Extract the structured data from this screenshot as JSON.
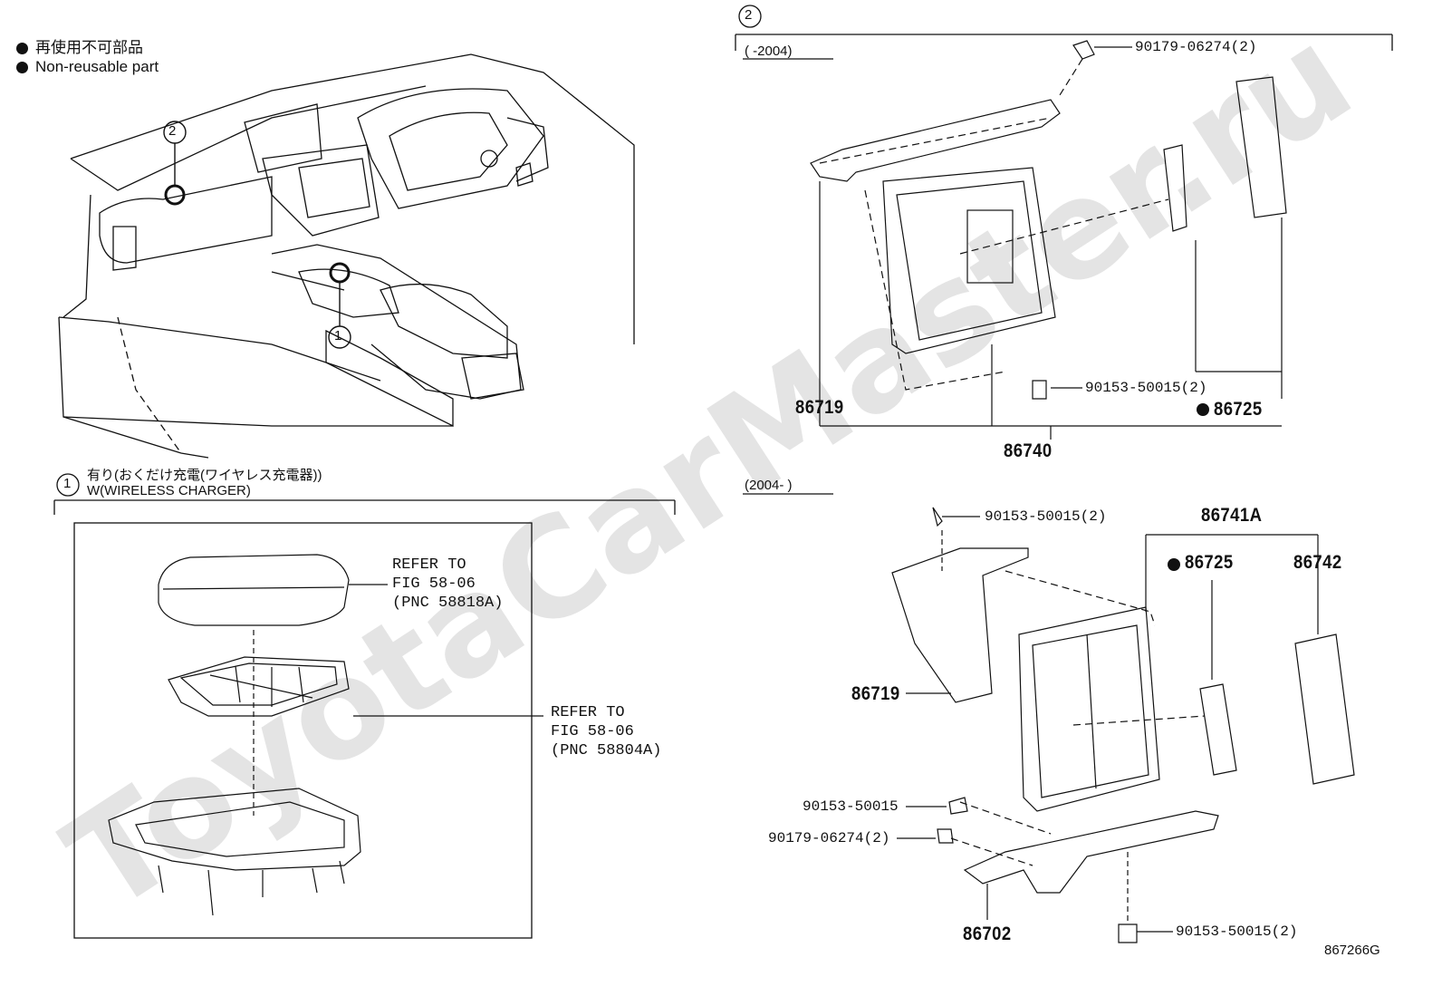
{
  "watermark": "ToyotaCarMaster.ru",
  "legend": {
    "items": [
      {
        "text": "再使用不可部品",
        "icon": "filled-dot-icon"
      },
      {
        "text": "Non-reusable part",
        "icon": "filled-dot-icon"
      }
    ]
  },
  "callouts": {
    "c1": "1",
    "c2": "2"
  },
  "section1": {
    "number": "1",
    "title_jp": "有り(おくだけ充電(ワイヤレス充電器))",
    "title_en": "W(WIRELESS CHARGER)",
    "refer_a": [
      "REFER TO",
      "FIG 58-06",
      "(PNC 58818A)"
    ],
    "refer_b": [
      "REFER TO",
      "FIG 58-06",
      "(PNC 58804A)"
    ]
  },
  "section2": {
    "number": "2",
    "upper": {
      "date_range": "(       -2004)",
      "parts": {
        "nut": "90179-06274(2)",
        "bolt": "90153-50015(2)",
        "bracket": "86719",
        "module": "86740",
        "antenna": "86725"
      }
    },
    "lower": {
      "date_range": "(2004-        )",
      "parts": {
        "bolt_top": "90153-50015(2)",
        "assembly": "86741A",
        "antenna": "86725",
        "cover": "86742",
        "bracket": "86719",
        "bolt_single": "90153-50015",
        "nut": "90179-06274(2)",
        "lower_bracket": "86702",
        "bolt_bottom": "90153-50015(2)"
      }
    }
  },
  "figure_code": "867266G"
}
